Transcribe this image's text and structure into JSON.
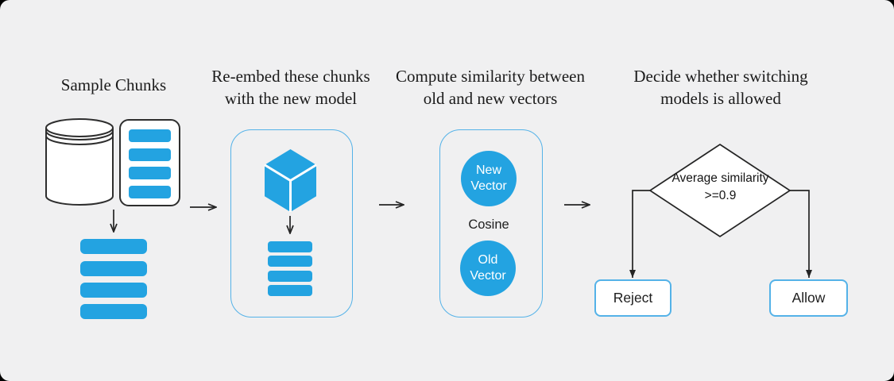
{
  "colors": {
    "bg": "#f0f0f1",
    "accent": "#23a3e1",
    "panel-border": "#54b2e8",
    "line": "#242424",
    "text": "#1b1b1b",
    "shape-fill": "#ffffff"
  },
  "steps": [
    {
      "title": "Sample Chunks"
    },
    {
      "title": "Re-embed these chunks\nwith the new model"
    },
    {
      "title": "Compute similarity between\nold and new vectors"
    },
    {
      "title": "Decide whether switching\nmodels is allowed"
    }
  ],
  "similarity": {
    "new_vector_label": "New\nVector",
    "operation_label": "Cosine",
    "old_vector_label": "Old\nVector"
  },
  "decision": {
    "condition_label": "Average similarity\n>=0.9",
    "reject_label": "Reject",
    "allow_label": "Allow"
  },
  "icons": {
    "database": "database-cylinder-icon",
    "chunks": "chunk-list-icon",
    "model": "cube-icon",
    "flow": "right-arrow-icon",
    "branch": "decision-diamond"
  }
}
